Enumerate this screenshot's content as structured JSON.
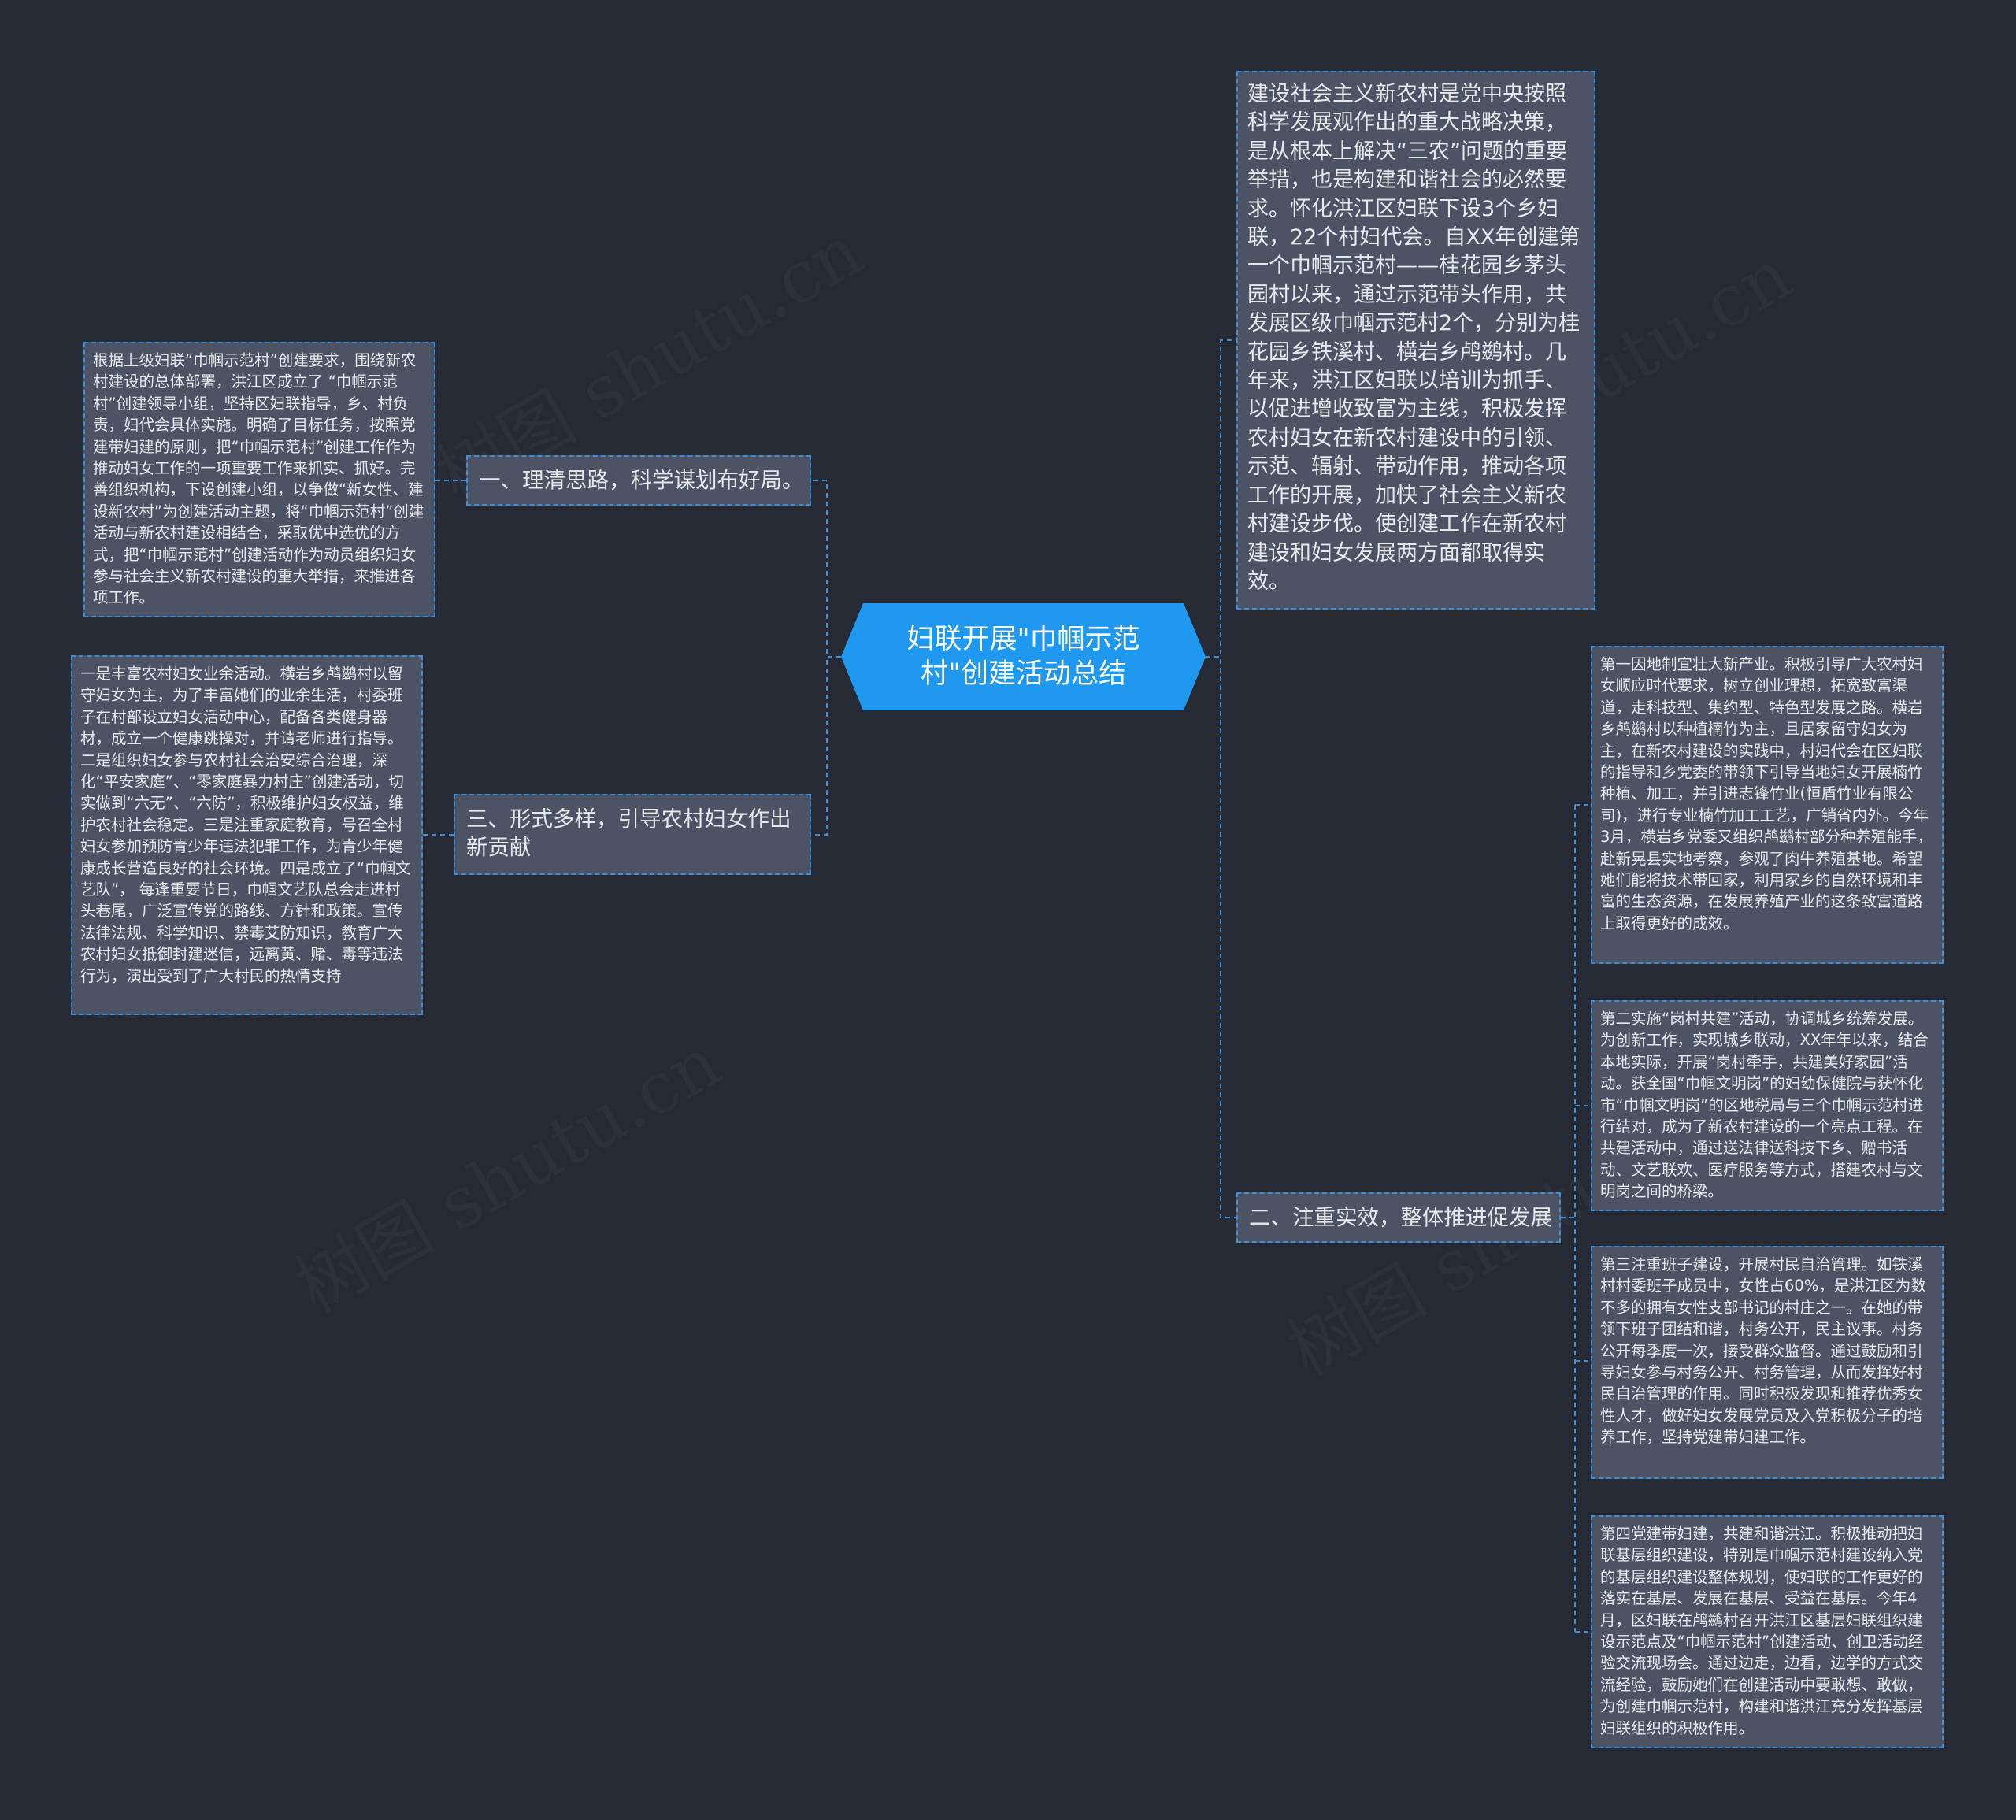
{
  "root": {
    "title": "妇联开展\"巾帼示范村\"创建活动总结"
  },
  "intro": "建设社会主义新农村是党中央按照科学发展观作出的重大战略决策，是从根本上解决“三农”问题的重要举措，也是构建和谐社会的必然要求。怀化洪江区妇联下设3个乡妇联，22个村妇代会。自XX年创建第一个巾帼示范村——桂花园乡茅头园村以来，通过示范带头作用，共发展区级巾帼示范村2个，分别为桂花园乡铁溪村、横岩乡鸬鹚村。几年来，洪江区妇联以培训为抓手、以促进增收致富为主线，积极发挥农村妇女在新农村建设中的引领、示范、辐射、带动作用，推动各项工作的开展，加快了社会主义新农村建设步伐。使创建工作在新农村建设和妇女发展两方面都取得实效。",
  "branches": {
    "one": {
      "label": "一、理清思路，科学谋划布好局。",
      "note": "根据上级妇联“巾帼示范村”创建要求，围绕新农村建设的总体部署，洪江区成立了 “巾帼示范村”创建领导小组，坚持区妇联指导，乡、村负责，妇代会具体实施。明确了目标任务，按照党建带妇建的原则，把“巾帼示范村”创建工作作为推动妇女工作的一项重要工作来抓实、抓好。完善组织机构，下设创建小组，以争做“新女性、建设新农村”为创建活动主题，将“巾帼示范村”创建活动与新农村建设相结合，采取优中选优的方式，把“巾帼示范村”创建活动作为动员组织妇女参与社会主义新农村建设的重大举措，来推进各项工作。"
    },
    "three": {
      "label": "三、形式多样，引导农村妇女作出新贡献",
      "note": "一是丰富农村妇女业余活动。横岩乡鸬鹚村以留守妇女为主，为了丰富她们的业余生活，村委班子在村部设立妇女活动中心，配备各类健身器材，成立一个健康跳操对，并请老师进行指导。二是组织妇女参与农村社会治安综合治理，深化“平安家庭”、“零家庭暴力村庄”创建活动，切实做到“六无”、“六防”，积极维护妇女权益，维护农村社会稳定。三是注重家庭教育，号召全村妇女参加预防青少年违法犯罪工作，为青少年健康成长营造良好的社会环境。四是成立了“巾帼文艺队”， 每逢重要节日，巾帼文艺队总会走进村头巷尾，广泛宣传党的路线、方针和政策。宣传法律法规、科学知识、禁毒艾防知识，教育广大农村妇女抵御封建迷信，远离黄、赌、毒等违法行为，演出受到了广大村民的热情支持"
    },
    "two": {
      "label": "二、注重实效，整体推进促发展",
      "notes": [
        "第一因地制宜壮大新产业。积极引导广大农村妇女顺应时代要求，树立创业理想，拓宽致富渠道，走科技型、集约型、特色型发展之路。横岩乡鸬鹚村以种植楠竹为主，且居家留守妇女为主，在新农村建设的实践中，村妇代会在区妇联的指导和乡党委的带领下引导当地妇女开展楠竹种植、加工，并引进志锋竹业(恒盾竹业有限公司)，进行专业楠竹加工工艺，广销省内外。今年3月，横岩乡党委又组织鸬鹚村部分种养殖能手，赴新晃县实地考察，参观了肉牛养殖基地。希望她们能将技术带回家，利用家乡的自然环境和丰富的生态资源，在发展养殖产业的这条致富道路上取得更好的成效。",
        "第二实施“岗村共建”活动，协调城乡统筹发展。为创新工作，实现城乡联动，XX年年以来，结合本地实际，开展“岗村牵手，共建美好家园”活动。获全国“巾帼文明岗”的妇幼保健院与获怀化市“巾帼文明岗”的区地税局与三个巾帼示范村进行结对，成为了新农村建设的一个亮点工程。在共建活动中，通过送法律送科技下乡、赠书活动、文艺联欢、医疗服务等方式，搭建农村与文明岗之间的桥梁。",
        "第三注重班子建设，开展村民自治管理。如铁溪村村委班子成员中，女性占60%，是洪江区为数不多的拥有女性支部书记的村庄之一。在她的带领下班子团结和谐，村务公开，民主议事。村务公开每季度一次，接受群众监督。通过鼓励和引导妇女参与村务公开、村务管理，从而发挥好村民自治管理的作用。同时积极发现和推荐优秀女性人才，做好妇女发展党员及入党积极分子的培养工作，坚持党建带妇建工作。",
        "第四党建带妇建，共建和谐洪江。积极推动把妇联基层组织建设，特别是巾帼示范村建设纳入党的基层组织建设整体规划，使妇联的工作更好的落实在基层、发展在基层、受益在基层。今年4月，区妇联在鸬鹚村召开洪江区基层妇联组织建设示范点及“巾帼示范村”创建活动、创卫活动经验交流现场会。通过边走，边看，边学的方式交流经验，鼓励她们在创建活动中要敢想、敢做，为创建巾帼示范村，构建和谐洪江充分发挥基层妇联组织的积极作用。"
      ]
    }
  },
  "watermark": "树图 shutu.cn",
  "colors": {
    "background": "#252a35",
    "root": "#1f98ef",
    "node": "#4b5365",
    "link": "#3f8fd8"
  }
}
